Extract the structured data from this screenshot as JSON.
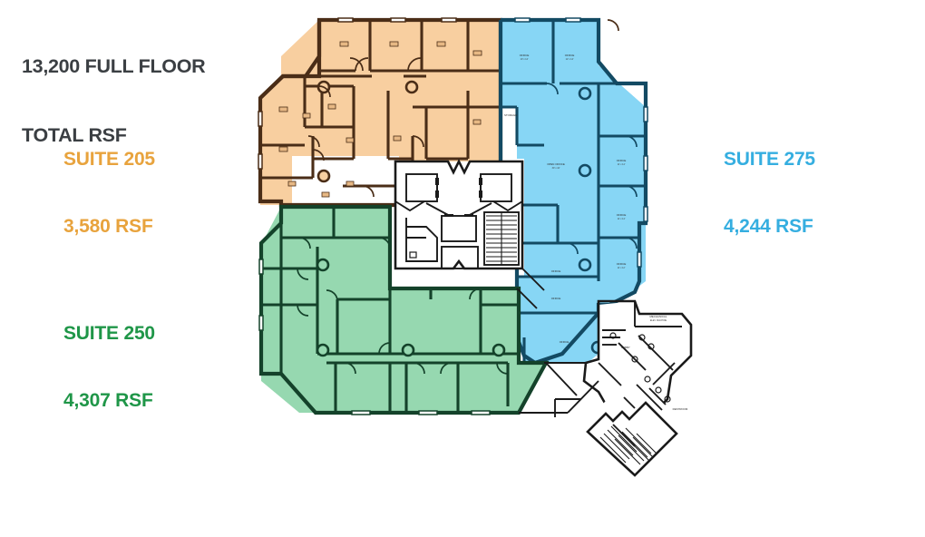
{
  "header": {
    "line1": "13,200 FULL FLOOR",
    "line2": "TOTAL RSF",
    "color": "#3b3f43"
  },
  "suites": [
    {
      "id": "suite-205",
      "name": "SUITE 205",
      "area": "3,580 RSF",
      "color_text": "#e8a33d",
      "color_fill": "#f8cfa0",
      "color_wall": "#4a2d17",
      "position": "upper-left",
      "rsf_value": 3580
    },
    {
      "id": "suite-250",
      "name": "SUITE 250",
      "area": "4,307 RSF",
      "color_text": "#1f9648",
      "color_fill": "#96d8b0",
      "color_wall": "#14422a",
      "position": "lower-left",
      "rsf_value": 4307
    },
    {
      "id": "suite-275",
      "name": "SUITE 275",
      "area": "4,244 RSF",
      "color_text": "#35aee0",
      "color_fill": "#87d6f5",
      "color_wall": "#134a63",
      "position": "right",
      "rsf_value": 4244
    }
  ],
  "plan": {
    "core_label": "building-core",
    "core_elements": [
      "elevator",
      "elevator",
      "restroom",
      "restroom",
      "stairwell",
      "janitor-closet"
    ],
    "lobby_label": "entry-lobby-corridor",
    "exterior_stair_label": "exterior-stairwell",
    "room_type_common": "OFFICE"
  },
  "chart_data": {
    "type": "table",
    "title": "13,200 FULL FLOOR TOTAL RSF",
    "categories": [
      "SUITE 205",
      "SUITE 250",
      "SUITE 275"
    ],
    "values": [
      3580,
      4307,
      4244
    ],
    "ylabel": "RSF",
    "total": 13200
  }
}
